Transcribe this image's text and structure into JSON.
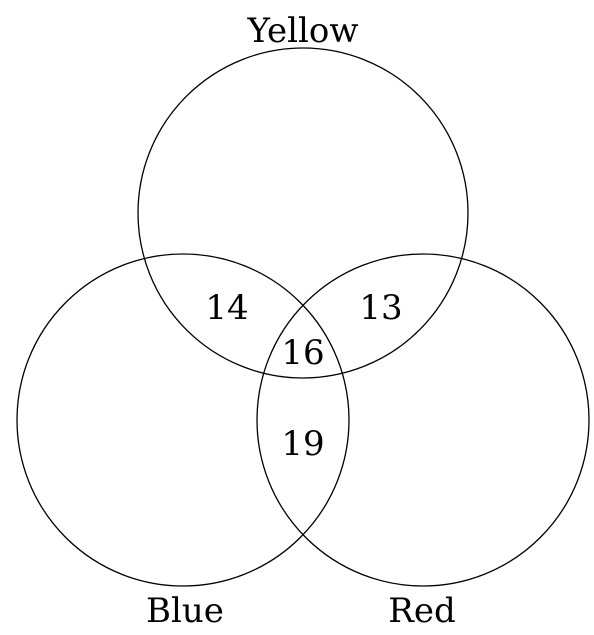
{
  "sets": {
    "yellow": "Yellow",
    "blue": "Blue",
    "red": "Red"
  },
  "regions": {
    "yellow_blue": "14",
    "yellow_red": "13",
    "yellow_blue_red": "16",
    "blue_red": "19"
  },
  "colors": {
    "stroke": "#000000",
    "background": "#ffffff"
  }
}
